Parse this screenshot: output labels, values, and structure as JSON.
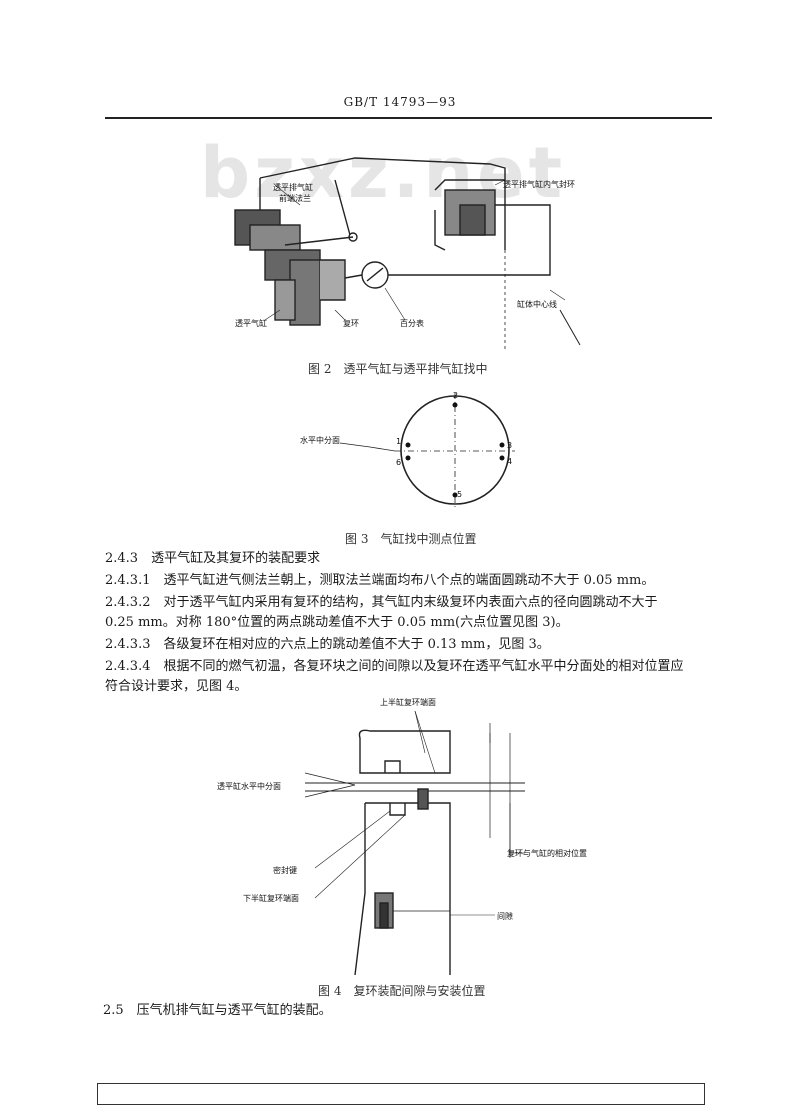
{
  "header": {
    "standard_no": "GB/T 14793—93"
  },
  "watermark": "bzxz.net",
  "figure2": {
    "caption": "图 2　透平气缸与透平排气缸找中",
    "labels": {
      "flange": "透平排气缸\n前端法兰",
      "seal": "透平排气缸内气封环",
      "cylinder": "透平气缸",
      "ring": "复环",
      "dial": "百分表",
      "centerline": "缸体中心线"
    }
  },
  "figure3": {
    "caption": "图 3　气缸找中测点位置",
    "label_split": "水平中分面",
    "points": [
      "1",
      "2",
      "3",
      "4",
      "5",
      "6"
    ]
  },
  "paragraphs": [
    "2.4.3　透平气缸及其复环的装配要求",
    "2.4.3.1　透平气缸进气侧法兰朝上，测取法兰端面均布八个点的端面圆跳动不大于 0.05 mm。",
    "2.4.3.2　对于透平气缸内采用有复环的结构，其气缸内末级复环内表面六点的径向圆跳动不大于",
    "0.25 mm。对称 180°位置的两点跳动差值不大于 0.05 mm(六点位置见图 3)。",
    "2.4.3.3　各级复环在相对应的六点上的跳动差值不大于 0.13 mm，见图 3。",
    "2.4.3.4　根据不同的燃气初温，各复环块之间的间隙以及复环在透平气缸水平中分面处的相对位置应",
    "符合设计要求，见图 4。"
  ],
  "figure4": {
    "caption": "图 4　复环装配间隙与安装位置",
    "labels": {
      "upper_end": "上半缸复环端面",
      "split": "透平缸水平中分面",
      "relative": "复环与气缸的相对位置",
      "key": "密封键",
      "lower_end": "下半缸复环端面",
      "gap": "间隙"
    }
  },
  "section_25": "2.5　压气机排气缸与透平气缸的装配。"
}
